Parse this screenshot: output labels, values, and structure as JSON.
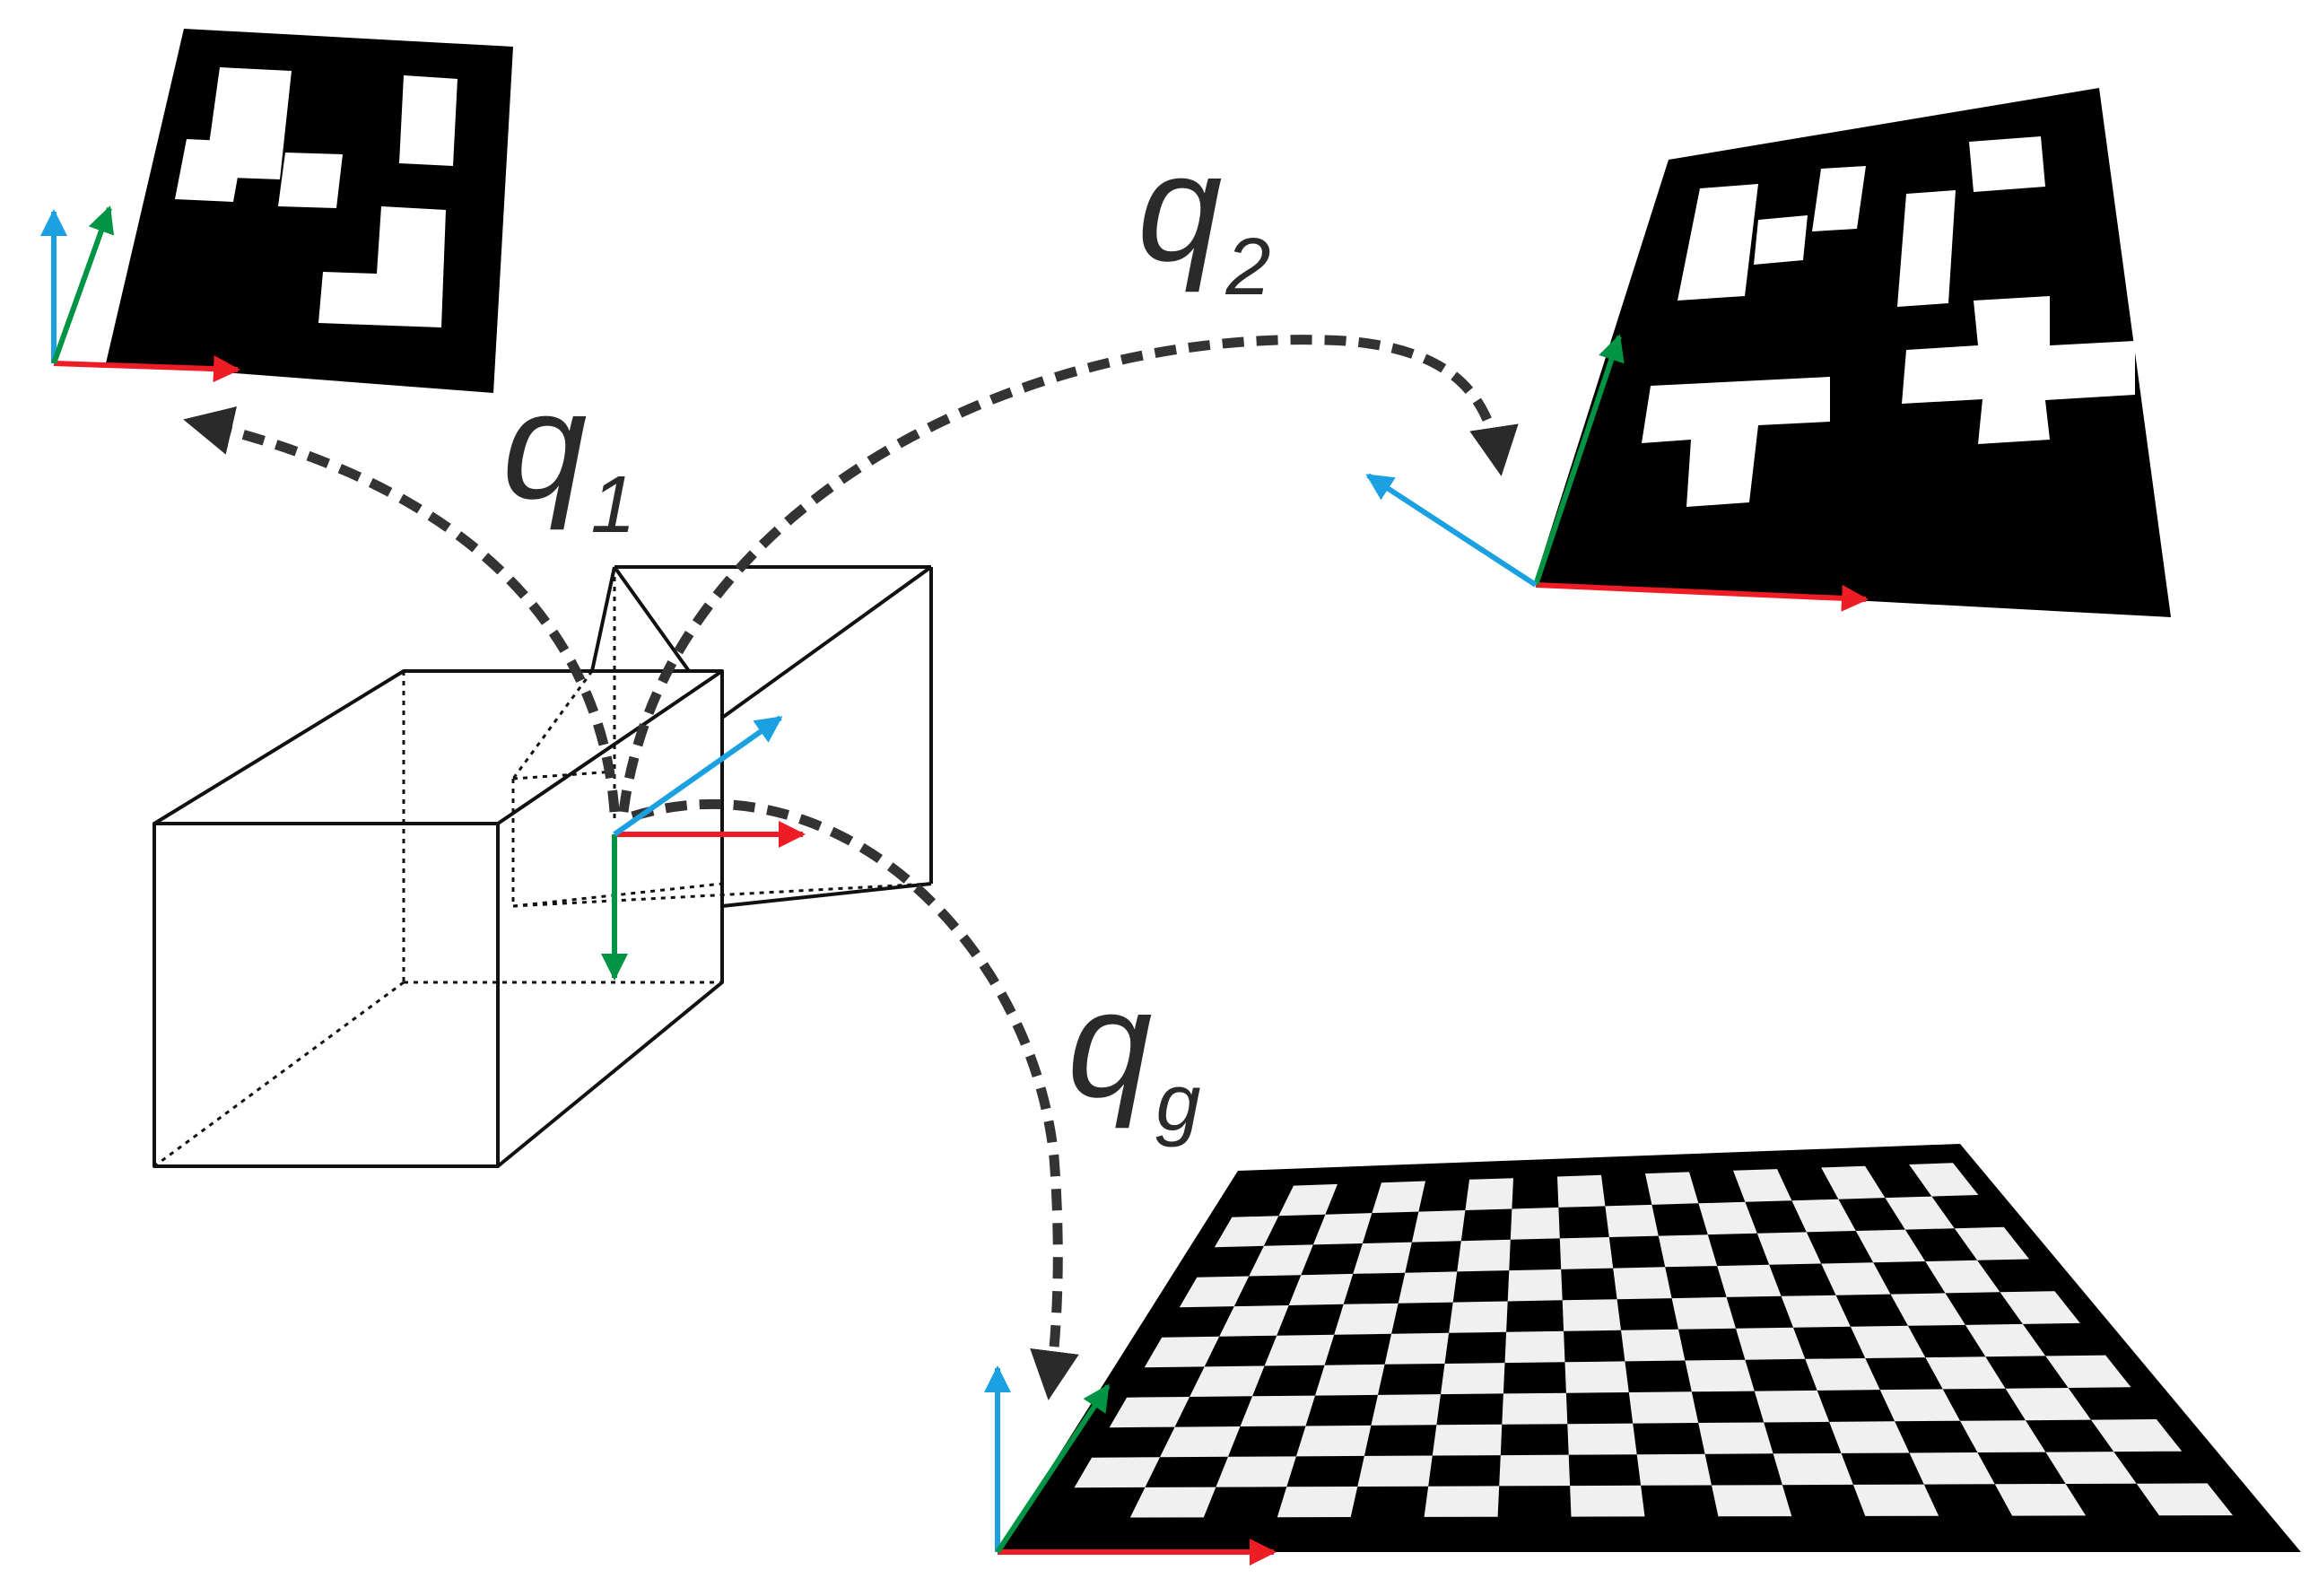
{
  "labels": {
    "q1": {
      "base": "q",
      "sub": "1"
    },
    "q2": {
      "base": "q",
      "sub": "2"
    },
    "qg": {
      "base": "q",
      "sub": "g"
    }
  },
  "colors": {
    "axis_x": "#ee1c24",
    "axis_y": "#009444",
    "axis_z": "#1ba1e2",
    "arc": "#333333",
    "marker": "#000000",
    "cell_light": "#f0f0f0"
  }
}
